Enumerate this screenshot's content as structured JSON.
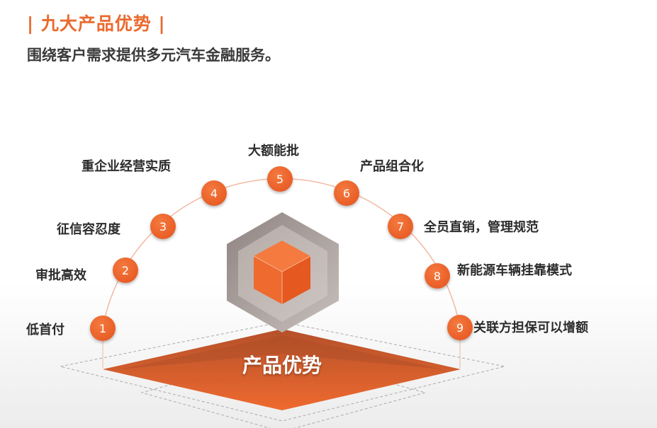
{
  "header": {
    "title": "| 九大产品优势 |",
    "subtitle": "围绕客户需求提供多元汽车金融服务。"
  },
  "center_label": "产品优势",
  "colors": {
    "accent": "#ea6a2e",
    "text": "#2c2c2c"
  },
  "advantages": [
    {
      "num": "1",
      "label": "低首付"
    },
    {
      "num": "2",
      "label": "审批高效"
    },
    {
      "num": "3",
      "label": "征信容忍度"
    },
    {
      "num": "4",
      "label": "重企业经营实质"
    },
    {
      "num": "5",
      "label": "大额能批"
    },
    {
      "num": "6",
      "label": "产品组合化"
    },
    {
      "num": "7",
      "label": "全员直销，管理规范"
    },
    {
      "num": "8",
      "label": "新能源车辆挂靠模式"
    },
    {
      "num": "9",
      "label": "关联方担保可以增额"
    }
  ]
}
